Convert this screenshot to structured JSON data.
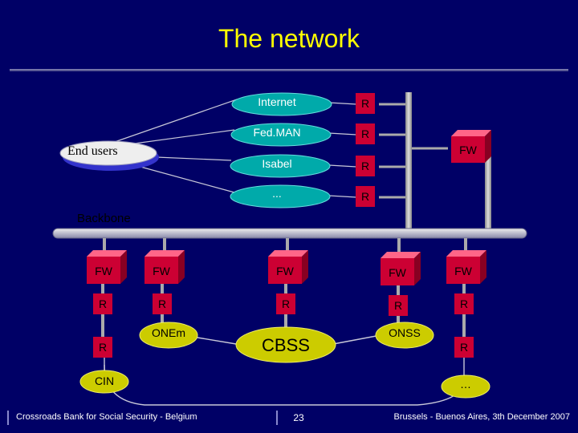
{
  "title": "The network",
  "colors": {
    "background": "#000066",
    "title": "#ffff00",
    "box": "#cc0033",
    "oval_green": "#009999",
    "oval_yellow": "#cccc00"
  },
  "left": {
    "end_users": "End users"
  },
  "networks": [
    "Internet",
    "Fed.MAN",
    "Isabel",
    "..."
  ],
  "top_routers": [
    "R",
    "R",
    "R",
    "R"
  ],
  "top_firewall": "FW",
  "backbone_label": "Backbone",
  "columns": {
    "cin": {
      "fw": "FW",
      "r1": "R",
      "r2": "R",
      "label": "CIN"
    },
    "onem": {
      "fw": "FW",
      "r": "R",
      "label": "ONEm"
    },
    "cbss": {
      "fw": "FW",
      "r": "R",
      "label": "CBSS"
    },
    "onss": {
      "fw": "FW",
      "r": "R",
      "label": "ONSS"
    },
    "other": {
      "fw": "FW",
      "r1": "R",
      "r2": "R",
      "label": "…"
    }
  },
  "footer": {
    "left": "Crossroads Bank for Social Security - Belgium",
    "page": "23",
    "right": "Brussels - Buenos Aires, 3th December 2007"
  }
}
